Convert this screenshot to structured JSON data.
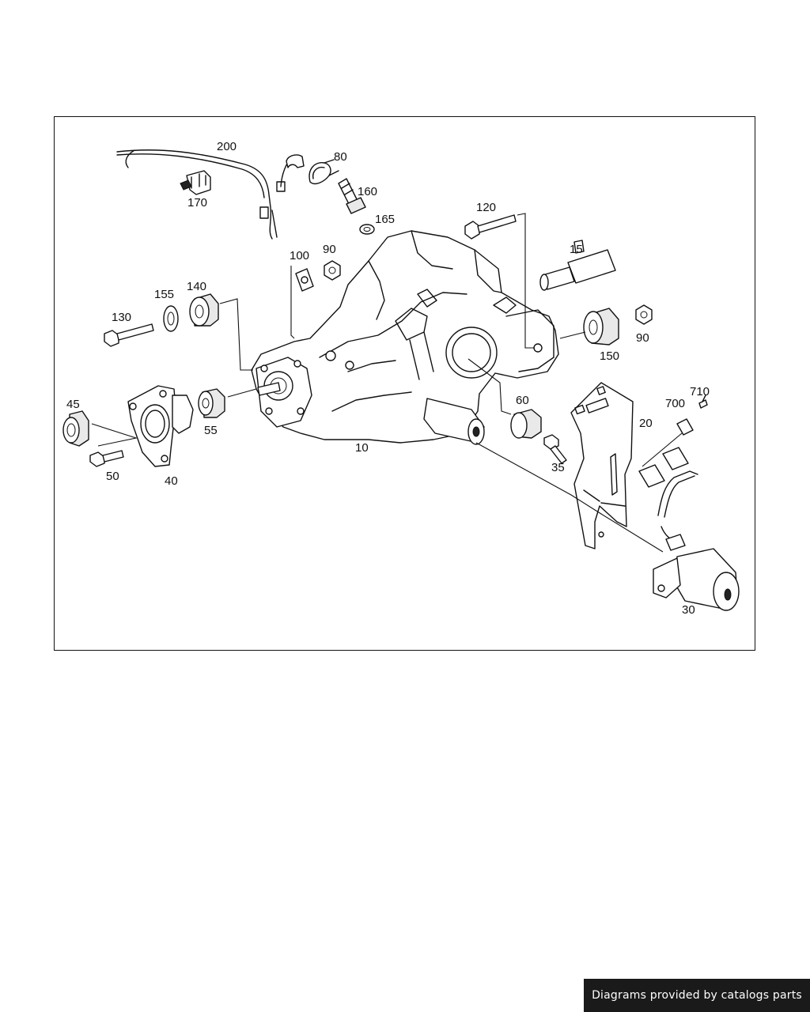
{
  "diagram": {
    "callouts": {
      "c10": "10",
      "c15": "15",
      "c20": "20",
      "c30": "30",
      "c35": "35",
      "c40": "40",
      "c45": "45",
      "c50": "50",
      "c55": "55",
      "c60": "60",
      "c80": "80",
      "c90a": "90",
      "c90b": "90",
      "c100": "100",
      "c120": "120",
      "c130": "130",
      "c140": "140",
      "c150": "150",
      "c155": "155",
      "c160": "160",
      "c165": "165",
      "c170": "170",
      "c200": "200",
      "c700": "700",
      "c710": "710"
    }
  },
  "footer": {
    "label": "Diagrams provided by catalogs parts"
  }
}
